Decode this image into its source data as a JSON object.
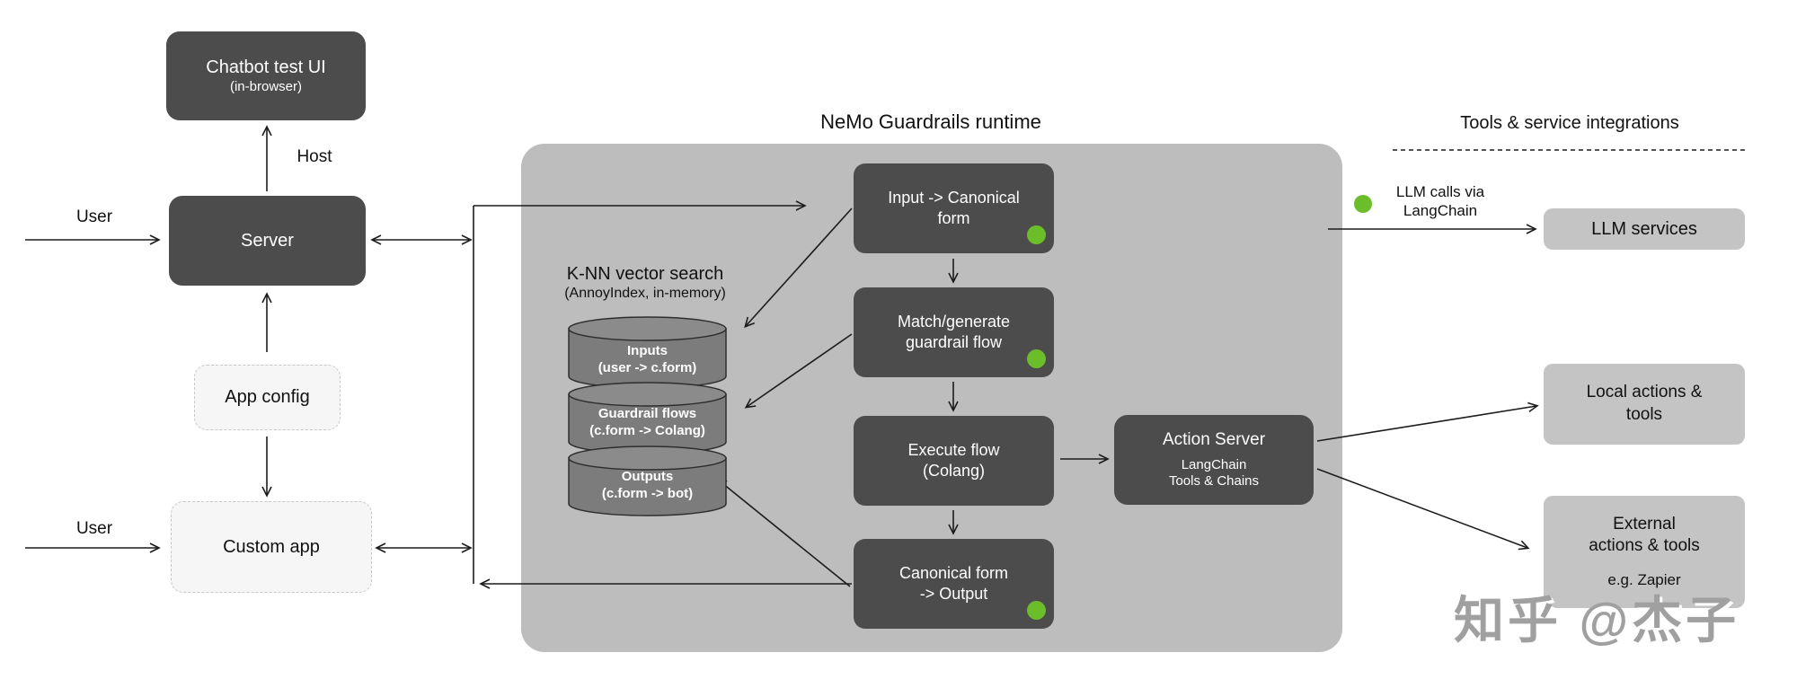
{
  "diagram": {
    "colors": {
      "dark": "#4c4c4c",
      "panel": "#bdbdbd",
      "cyl": "#7c7c7c",
      "cyl_top": "#8b8b8b",
      "graybox": "#c4c4c4",
      "lightbox": "#f6f6f6",
      "lightborder": "#c9c9c9",
      "green": "#6bbd2a",
      "line": "#1c1c1c",
      "text": "#111111",
      "watermark": "#a0a0a0"
    },
    "titles": {
      "runtime": "NeMo Guardrails runtime",
      "tools": "Tools & service integrations"
    },
    "left": {
      "chatbot_line1": "Chatbot test UI",
      "chatbot_line2": "(in-browser)",
      "host_label": "Host",
      "user_label_top": "User",
      "user_label_bottom": "User",
      "server_label": "Server",
      "app_config_label": "App config",
      "custom_app_label": "Custom app"
    },
    "knn": {
      "line1": "K-NN vector search",
      "line2": "(AnnoyIndex, in-memory)"
    },
    "cylinders": [
      {
        "line1": "Inputs",
        "line2": "(user -> c.form)"
      },
      {
        "line1": "Guardrail flows",
        "line2": "(c.form -> Colang)"
      },
      {
        "line1": "Outputs",
        "line2": "(c.form -> bot)"
      }
    ],
    "process_boxes": [
      {
        "line1": "Input -> Canonical",
        "line2": "form",
        "has_dot": true
      },
      {
        "line1": "Match/generate",
        "line2": "guardrail flow",
        "has_dot": true
      },
      {
        "line1": "Execute flow",
        "line2": "(Colang)",
        "has_dot": false
      },
      {
        "line1": "Canonical form",
        "line2": "-> Output",
        "has_dot": true
      }
    ],
    "action_server": {
      "title": "Action Server",
      "sub1": "LangChain",
      "sub2": "Tools & Chains"
    },
    "llm_label": {
      "line1": "LLM calls via",
      "line2": "LangChain"
    },
    "right_boxes": {
      "llm_services": "LLM services",
      "local_line1": "Local actions &",
      "local_line2": "tools",
      "external_line1": "External",
      "external_line2": "actions & tools",
      "external_note": "e.g. Zapier"
    },
    "watermark": "知乎 @杰子"
  }
}
